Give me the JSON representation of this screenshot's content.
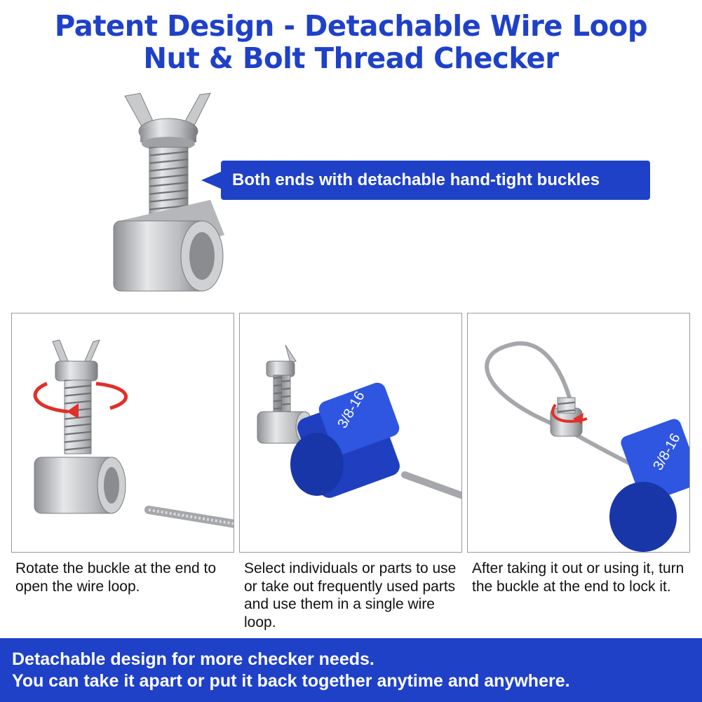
{
  "title": {
    "line1": "Patent Design - Detachable Wire Loop",
    "line2": "Nut & Bolt Thread Checker"
  },
  "callout": {
    "text": "Both ends with detachable hand-tight buckles"
  },
  "panels": [
    {
      "caption": "Rotate the buckle at the end to open the wire loop."
    },
    {
      "caption": "Select individuals or parts to use or take out frequently used parts and use them in a single wire loop.",
      "checker_label": "3/8-16"
    },
    {
      "caption": "After taking it out or using it, turn the buckle at the end to lock it.",
      "checker_label": "3/8-16"
    }
  ],
  "footer": {
    "line1": "Detachable design for more checker needs.",
    "line2": "You can take it apart or put it back together anytime and anywhere."
  },
  "colors": {
    "brand_blue": "#1f41c8",
    "accent_red": "#e0302a",
    "steel": "#b5b7ba"
  }
}
